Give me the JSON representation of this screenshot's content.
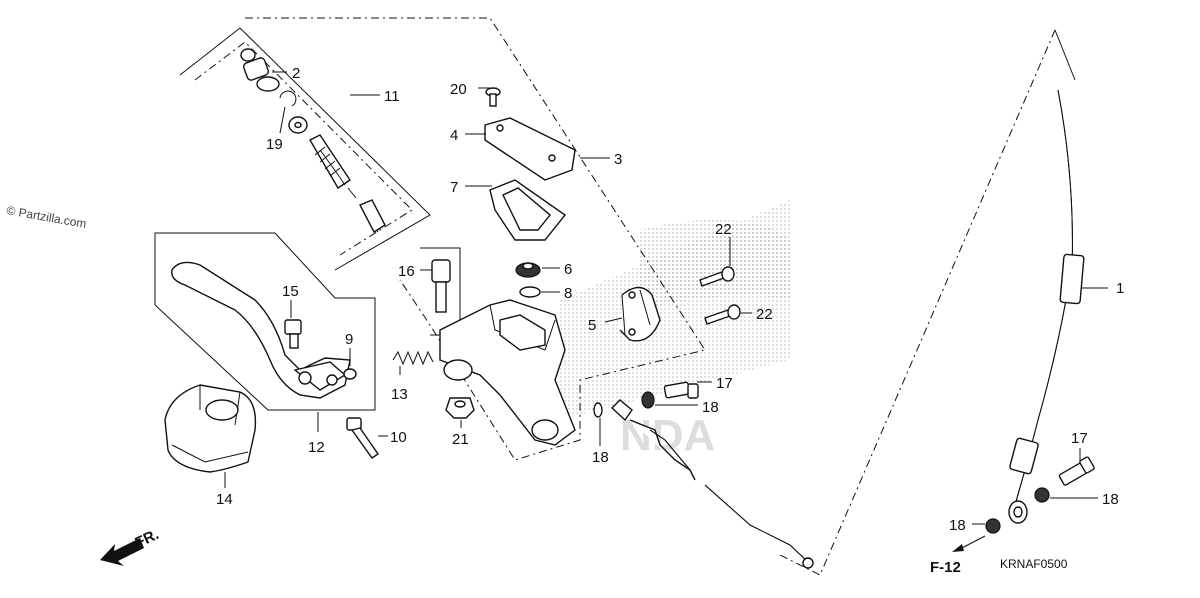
{
  "watermark": "© Partzilla.com",
  "diagram_code": "KRNAF0500",
  "front_indicator": "FR.",
  "reference_label": "F-12",
  "callouts": {
    "c1": "1",
    "c2": "2",
    "c3": "3",
    "c4": "4",
    "c5": "5",
    "c6": "6",
    "c7": "7",
    "c8": "8",
    "c9": "9",
    "c10": "10",
    "c11": "11",
    "c12": "12",
    "c13": "13",
    "c14": "14",
    "c15": "15",
    "c16": "16",
    "c17a": "17",
    "c17b": "17",
    "c18a": "18",
    "c18b": "18",
    "c18c": "18",
    "c18d": "18",
    "c19": "19",
    "c20": "20",
    "c21": "21",
    "c22a": "22",
    "c22b": "22"
  }
}
